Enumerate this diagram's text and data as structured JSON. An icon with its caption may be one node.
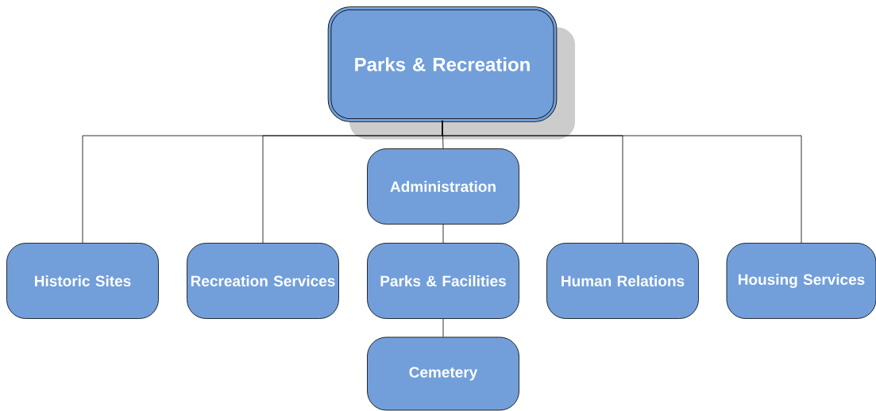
{
  "diagram": {
    "nodes": [
      {
        "text": [
          "Parks & Recreation"
        ]
      },
      {
        "text": [
          "Historic Sites"
        ]
      },
      {
        "text": [
          "Recreation Services"
        ]
      },
      {
        "text": [
          "Administration"
        ]
      },
      {
        "text": [
          "Parks & Facilities"
        ]
      },
      {
        "text": [
          "Human Relations"
        ]
      },
      {
        "text": [
          "Housing Services"
        ]
      },
      {
        "text": [
          "Cemetery"
        ]
      }
    ],
    "edges": [
      {
        "from": 0,
        "to": 1,
        "arrow": "none"
      },
      {
        "from": 0,
        "to": 2,
        "arrow": "none"
      },
      {
        "from": 0,
        "to": 3,
        "arrow": "none"
      },
      {
        "from": 0,
        "to": 5,
        "arrow": "none"
      },
      {
        "from": 0,
        "to": 6,
        "arrow": "none"
      },
      {
        "from": 3,
        "to": 4,
        "arrow": "none"
      },
      {
        "from": 4,
        "to": 7,
        "arrow": "none"
      }
    ]
  }
}
